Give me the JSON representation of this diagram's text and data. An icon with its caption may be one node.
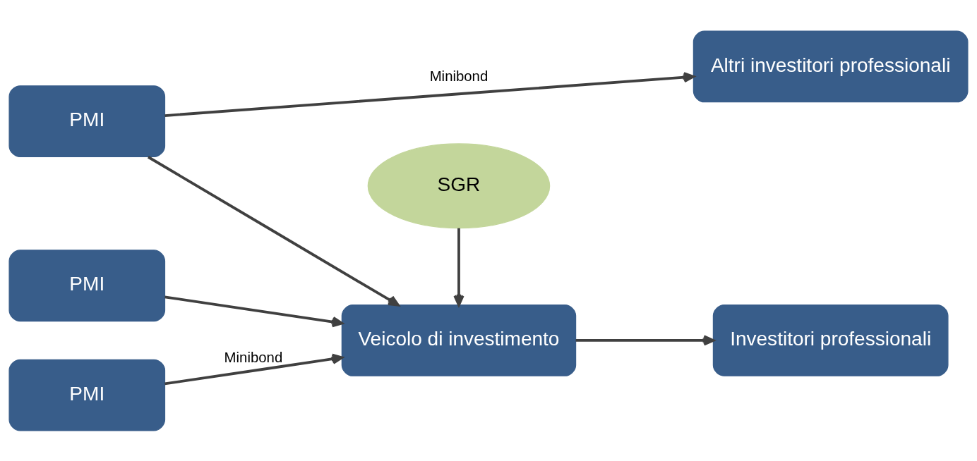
{
  "diagram": {
    "nodes": [
      {
        "text": [
          "PMI"
        ]
      },
      {
        "text": [
          "Altri investitori professionali"
        ]
      },
      {
        "text": [
          "PMI"
        ]
      },
      {
        "text": [
          "Veicolo di investimento"
        ]
      },
      {
        "text": [
          "Investitori professionali"
        ]
      },
      {
        "text": [
          "PMI"
        ]
      },
      {
        "text": [
          "SGR"
        ]
      }
    ],
    "edges": [
      {
        "from": 0,
        "to": 1,
        "arrow": "to",
        "label": "Minibond"
      },
      {
        "from": 0,
        "to": 3,
        "arrow": "to"
      },
      {
        "from": 2,
        "to": 3,
        "arrow": "to"
      },
      {
        "from": 5,
        "to": 3,
        "arrow": "to",
        "label": "Minibond"
      },
      {
        "from": 3,
        "to": 4,
        "arrow": "to"
      },
      {
        "from": 6,
        "to": 3,
        "arrow": "to"
      }
    ]
  }
}
